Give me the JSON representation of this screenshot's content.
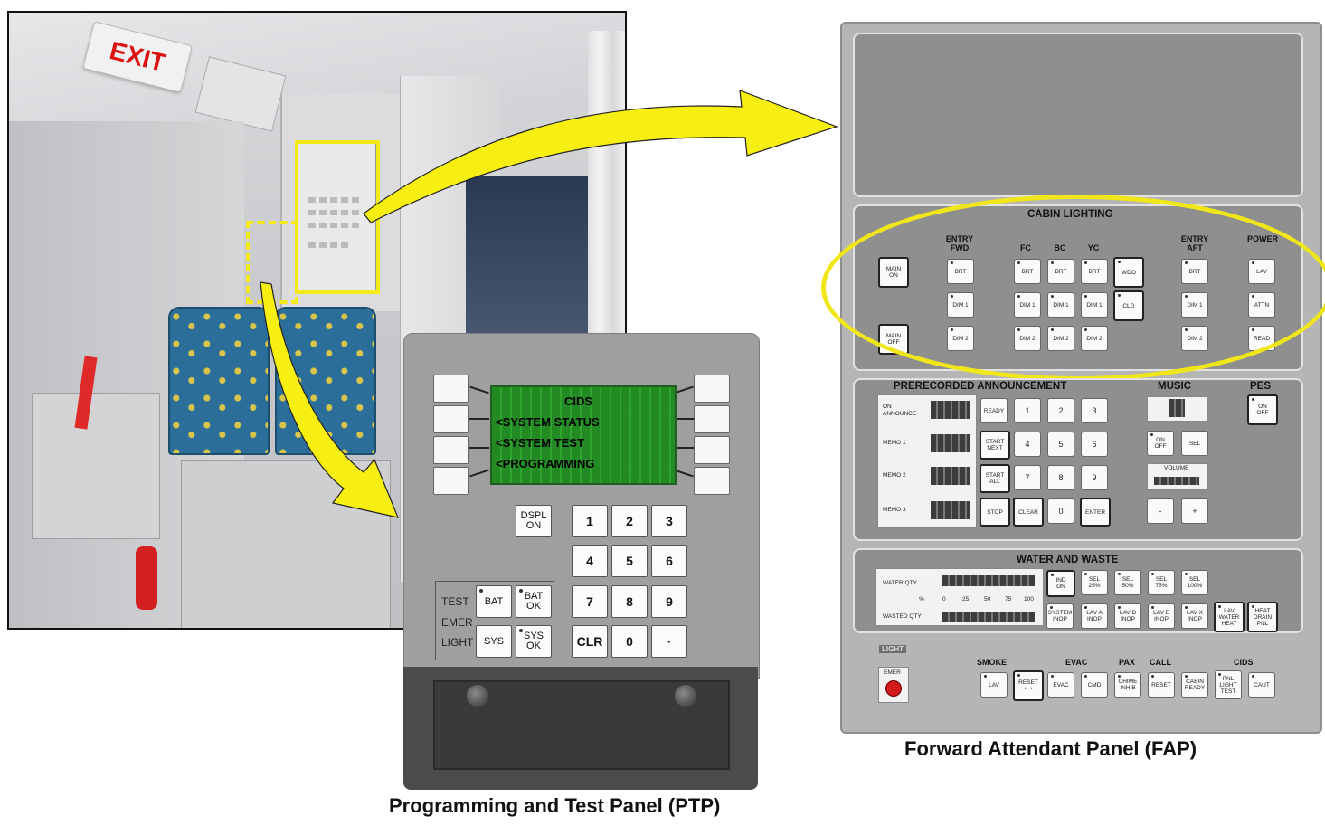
{
  "photo": {
    "exit_sign": "EXIT"
  },
  "ptp": {
    "caption": "Programming and Test Panel (PTP)",
    "screen_lines": [
      "CIDS",
      "<SYSTEM STATUS",
      "<SYSTEM TEST",
      "<PROGRAMMING"
    ],
    "dspl_on": "DSPL\nON",
    "keypad": [
      "1",
      "2",
      "3",
      "4",
      "5",
      "6",
      "7",
      "8",
      "9",
      "CLR",
      "0",
      "·"
    ],
    "emer_labels": [
      "TEST",
      "EMER",
      "LIGHT"
    ],
    "bat": "BAT",
    "bat_ok": "BAT\nOK",
    "sys": "SYS",
    "sys_ok": "SYS\nOK",
    "screen_color": "#2fa52f"
  },
  "fap": {
    "caption": "Forward Attendant Panel (FAP)",
    "cabin_lighting": {
      "title": "CABIN LIGHTING",
      "groups": [
        "ENTRY\nFWD",
        "FC",
        "BC",
        "YC",
        "ENTRY\nAFT",
        "POWER"
      ],
      "main_on": "MAIN\nON",
      "main_off": "MAIN\nOFF",
      "brt": "BRT",
      "dim1": "DIM 1",
      "dim2": "DIM 2",
      "wdo": "WDO",
      "clg": "CLG",
      "lav": "LAV",
      "attn": "ATTN",
      "read": "READ"
    },
    "prerecorded": {
      "title": "PRERECORDED  ANNOUNCEMENT",
      "rows": [
        "ON\nANNOUNCE",
        "MEMO 1",
        "MEMO 2",
        "MEMO 3"
      ],
      "ready": "READY",
      "start_next": "START\nNEXT",
      "start_all": "START\nALL",
      "stop": "STOP",
      "clear": "CLEAR",
      "enter": "ENTER",
      "digits": [
        "1",
        "2",
        "3",
        "4",
        "5",
        "6",
        "7",
        "8",
        "9",
        "0"
      ]
    },
    "music": {
      "title": "MUSIC",
      "on_off": "ON\nOFF",
      "sel": "SEL",
      "volume": "VOLUME",
      "minus": "-",
      "plus": "+"
    },
    "pes": {
      "title": "PES",
      "on_off": "ON\nOFF"
    },
    "water_waste": {
      "title": "WATER AND WASTE",
      "water_qty": "WATER QTY",
      "wasted_qty": "WASTED QTY",
      "percent": "%",
      "scale": [
        "0",
        "25",
        "50",
        "75",
        "100"
      ],
      "ind_on": "IND\nON",
      "sel25": "SEL\n25%",
      "sel50": "SEL\n50%",
      "sel75": "SEL\n75%",
      "sel100": "SEL\n100%",
      "system_inop": "SYSTEM\nINOP",
      "lav_a_inop": "LAV A\nINOP",
      "lav_d_inop": "LAV D\nINOP",
      "lav_e_inop": "LAV E\nINOP",
      "lav_x_inop": "LAV X\nINOP",
      "lav_water_heat": "LAV\nWATER\nHEAT",
      "heat_drain_pnl": "HEAT\nDRAIN\nPNL"
    },
    "bottom": {
      "light": "LIGHT",
      "emer": "EMER",
      "smoke": "SMOKE",
      "evac": "EVAC",
      "pax": "PAX",
      "call": "CALL",
      "cids": "CIDS",
      "lav": "LAV",
      "reset_arrow": "RESET\n⟷",
      "evac_btn": "EVAC",
      "cmd": "CMD",
      "chime_inhib": "CHIME\nINHIB",
      "reset": "RESET",
      "cabin_ready": "CABIN\nREADY",
      "pnl_light_test": "PNL\nLIGHT\nTEST",
      "caut": "CAUT"
    }
  },
  "colors": {
    "highlight": "#f4ea17",
    "arrow": "#f7ef12"
  }
}
